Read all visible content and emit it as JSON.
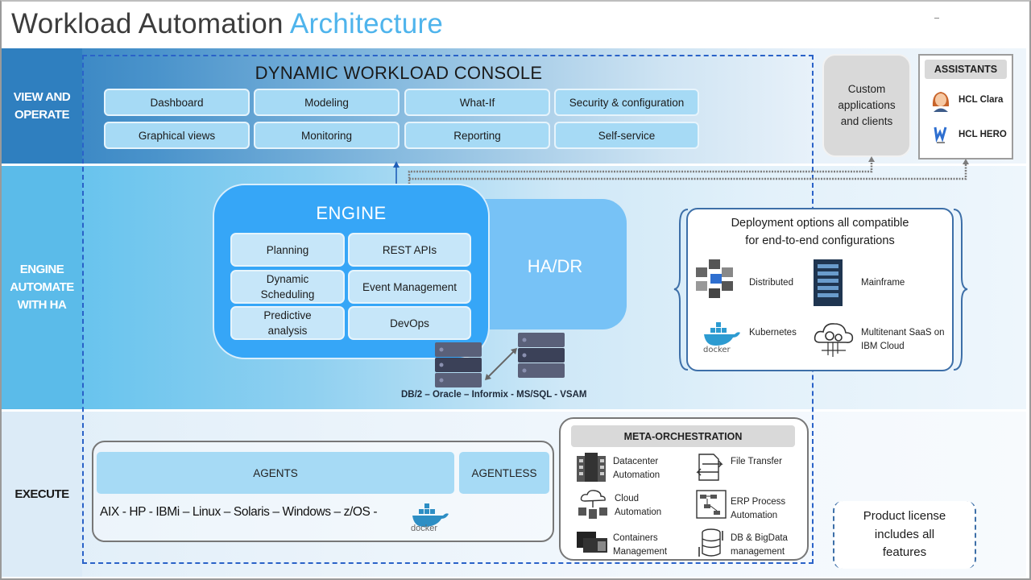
{
  "title": {
    "main": "Workload Automation",
    "accent": "Architecture"
  },
  "colors": {
    "accent": "#4fb4ec",
    "band_dark": "#2f7fbf",
    "band_mid": "#5bbbe9",
    "engine": "#36a6f7",
    "hadr": "#77c2f6",
    "pill": "#a6daf5",
    "dashed_border": "#2a62c8"
  },
  "layers": [
    {
      "label": "VIEW AND OPERATE"
    },
    {
      "label": "ENGINE AUTOMATE WITH HA"
    },
    {
      "label": "EXECUTE"
    }
  ],
  "console": {
    "title": "DYNAMIC WORKLOAD CONSOLE",
    "features": [
      "Dashboard",
      "Modeling",
      "What-If",
      "Security & configuration",
      "Graphical views",
      "Monitoring",
      "Reporting",
      "Self-service"
    ]
  },
  "custom_apps": {
    "label": "Custom applications and clients"
  },
  "assistants": {
    "title": "ASSISTANTS",
    "items": [
      {
        "label": "HCL Clara",
        "icon": "avatar-icon"
      },
      {
        "label": "HCL HERO",
        "icon": "hero-logo-icon"
      }
    ]
  },
  "engine": {
    "title": "ENGINE",
    "features": [
      "Planning",
      "REST APIs",
      "Dynamic Scheduling",
      "Event Management",
      "Predictive analysis",
      "DevOps"
    ],
    "ha_label": "HA/DR",
    "databases": "DB/2 – Oracle – Informix - MS/SQL - VSAM"
  },
  "deployment": {
    "title_line1": "Deployment options all compatible",
    "title_line2": "for end-to-end configurations",
    "options": [
      {
        "label": "Distributed",
        "icon": "distributed-icon"
      },
      {
        "label": "Mainframe",
        "icon": "mainframe-icon"
      },
      {
        "label": "Kubernetes",
        "icon": "docker-icon"
      },
      {
        "label": "Multitenant SaaS on IBM Cloud",
        "icon": "cloud-gear-icon"
      }
    ]
  },
  "execute": {
    "agents_label": "AGENTS",
    "agentless_label": "AGENTLESS",
    "platforms": "AIX - HP - IBMi – Linux – Solaris – Windows – z/OS -",
    "docker_word": "docker"
  },
  "meta_orchestration": {
    "title": "META-ORCHESTRATION",
    "items": [
      {
        "label": "Datacenter Automation"
      },
      {
        "label": "File Transfer"
      },
      {
        "label": "Cloud Automation"
      },
      {
        "label": "ERP Process Automation"
      },
      {
        "label": "Containers Management"
      },
      {
        "label": "DB & BigData management"
      }
    ]
  },
  "license": {
    "label": "Product license includes all features"
  }
}
